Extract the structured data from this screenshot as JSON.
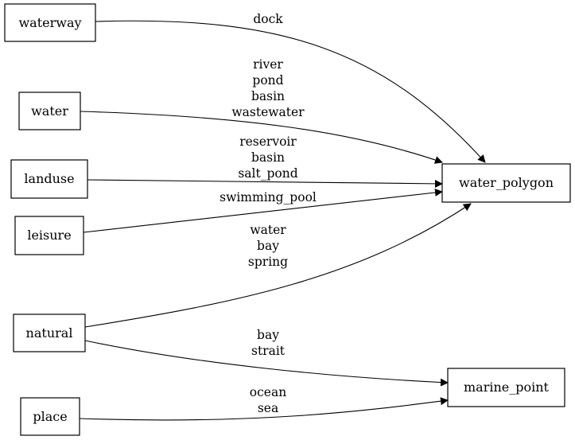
{
  "nodes": {
    "waterway": "waterway",
    "water": "water",
    "landuse": "landuse",
    "leisure": "leisure",
    "natural": "natural",
    "place": "place",
    "water_polygon": "water_polygon",
    "marine_point": "marine_point"
  },
  "edges": [
    {
      "from": "waterway",
      "to": "water_polygon",
      "labels": [
        "dock"
      ]
    },
    {
      "from": "water",
      "to": "water_polygon",
      "labels": [
        "river",
        "pond",
        "basin",
        "wastewater"
      ]
    },
    {
      "from": "landuse",
      "to": "water_polygon",
      "labels": [
        "reservoir",
        "basin",
        "salt_pond"
      ]
    },
    {
      "from": "leisure",
      "to": "water_polygon",
      "labels": [
        "swimming_pool"
      ]
    },
    {
      "from": "natural",
      "to": "water_polygon",
      "labels": [
        "water",
        "bay",
        "spring"
      ]
    },
    {
      "from": "natural",
      "to": "marine_point",
      "labels": [
        "bay",
        "strait"
      ]
    },
    {
      "from": "place",
      "to": "marine_point",
      "labels": [
        "ocean",
        "sea"
      ]
    }
  ],
  "colors": {
    "stroke": "#000000",
    "background": "#ffffff"
  }
}
